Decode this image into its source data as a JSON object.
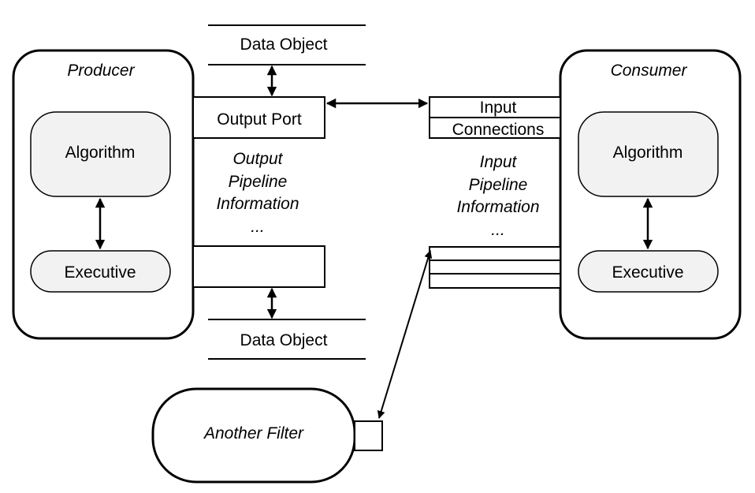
{
  "producer": {
    "title": "Producer",
    "algorithm": "Algorithm",
    "executive": "Executive"
  },
  "consumer": {
    "title": "Consumer",
    "algorithm": "Algorithm",
    "executive": "Executive"
  },
  "output_port": {
    "label": "Output Port",
    "pipeline_info": [
      "Output",
      "Pipeline",
      "Information",
      "..."
    ]
  },
  "input_port": {
    "input_label": "Input",
    "connections_label": "Connections",
    "pipeline_info": [
      "Input",
      "Pipeline",
      "Information",
      "..."
    ]
  },
  "data_object_top": "Data Object",
  "data_object_bottom": "Data Object",
  "another_filter": "Another Filter",
  "colors": {
    "stroke": "#000000",
    "fill_inner": "#f2f2f2",
    "background": "#ffffff"
  }
}
